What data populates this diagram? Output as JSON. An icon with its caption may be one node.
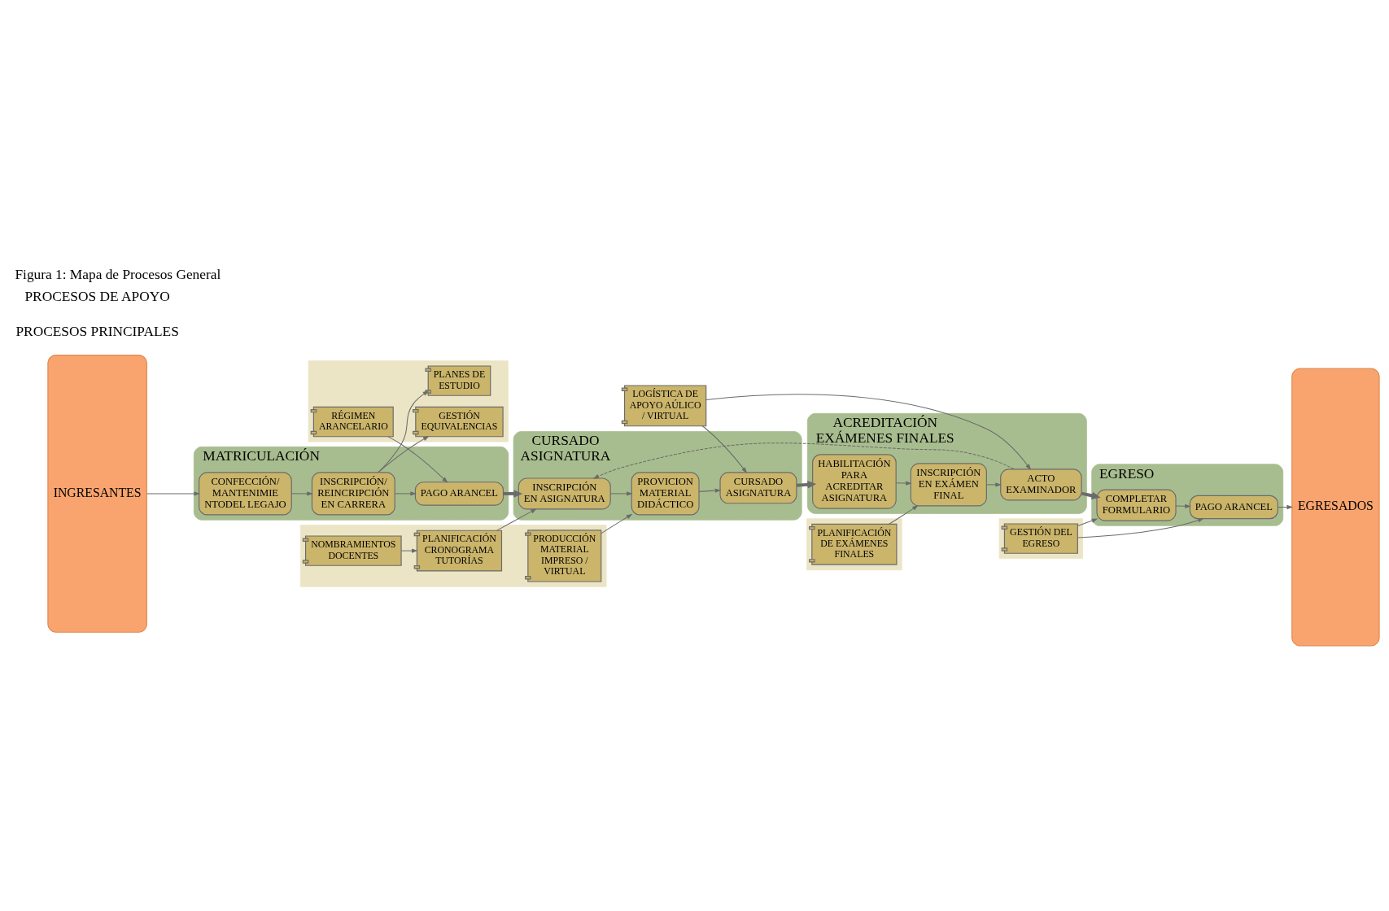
{
  "diagram": {
    "title": "Figura 1: Mapa de Procesos General",
    "nodes": [
      {
        "text": [
          "INGRESANTES"
        ]
      },
      {
        "text": [
          "MATRICULACIÓN"
        ]
      },
      {
        "text": [
          "CONFECCIÓN/ MANTENIMIE NTODEL LEGAJO"
        ],
        "in": 1
      },
      {
        "text": [
          "INSCRIPCIÓN/ REINCRIPCIÓN EN CARRERA"
        ],
        "in": 1
      },
      {
        "text": [
          "PAGO ARANCEL"
        ],
        "in": 1
      },
      {
        "text": [
          "CURSADO ASIGNATURA"
        ]
      },
      {
        "text": [
          "INSCRIPCIÓN EN ASIGNATURA"
        ],
        "in": 5
      },
      {
        "text": [
          "PROVICION MATERIAL DIDÁCTICO"
        ],
        "in": 5
      },
      {
        "text": [
          "CURSADO ASIGNATURA"
        ],
        "in": 5
      },
      {
        "text": [
          "ACREDITACIÓN EXÁMENES FINALES"
        ]
      },
      {
        "text": [
          "HABILITACIÓN PARA ACREDITAR ASIGNATURA"
        ],
        "in": 9
      },
      {
        "text": [
          "INSCRIPCIÓN EN EXÁMEN FINAL"
        ],
        "in": 9
      },
      {
        "text": [
          "ACTO EXAMINADOR"
        ],
        "in": 9
      },
      {
        "text": [
          "EGRESO"
        ]
      },
      {
        "text": [
          "COMPLETAR FORMULARIO"
        ],
        "in": 13
      },
      {
        "text": [
          "PAGO ARANCEL"
        ],
        "in": 13
      },
      {
        "text": [
          "EGRESADOS"
        ]
      },
      {
        "text": [],
        "shape": "box"
      },
      {
        "text": [
          "PLANES DE ESTUDIO"
        ],
        "in": 17
      },
      {
        "text": [
          "GESTIÓN EQUIVALENCIAS"
        ],
        "in": 17
      },
      {
        "text": [
          "RÉGIMEN ARANCELARIO"
        ],
        "in": 17
      },
      {
        "text": [],
        "shape": "box"
      },
      {
        "text": [
          "PLANIFICACIÓN CRONOGRAMA TUTORÍAS"
        ],
        "in": 21
      },
      {
        "text": [
          "NOMBRAMIENTOS DOCENTES"
        ],
        "in": 21
      },
      {
        "text": [
          "PRODUCCIÓN MATERIAL IMPRESO / VIRTUAL"
        ],
        "in": 21
      },
      {
        "text": [],
        "shape": "box"
      },
      {
        "text": [
          "LOGÍSTICA DE APOYO AÚLICO / VIRTUAL"
        ]
      },
      {
        "text": [
          "PLANIFICACIÓN DE EXÁMENES FINALES"
        ],
        "in": 25
      },
      {
        "text": [],
        "shape": "box"
      },
      {
        "text": [
          "GESTIÓN DEL EGRESO"
        ],
        "in": 28
      }
    ],
    "edges": [
      {
        "from": 0,
        "to": 2,
        "arrow": "to"
      },
      {
        "from": 2,
        "to": 3,
        "arrow": "to"
      },
      {
        "from": 3,
        "to": 4,
        "arrow": "to"
      },
      {
        "from": 4,
        "to": 6,
        "arrow": "to",
        "style": "thick"
      },
      {
        "from": 6,
        "to": 7,
        "arrow": "to"
      },
      {
        "from": 7,
        "to": 8,
        "arrow": "to"
      },
      {
        "from": 8,
        "to": 10,
        "arrow": "to",
        "style": "thick"
      },
      {
        "from": 10,
        "to": 11,
        "arrow": "to"
      },
      {
        "from": 11,
        "to": 12,
        "arrow": "to"
      },
      {
        "from": 12,
        "to": 14,
        "arrow": "to",
        "style": "thick"
      },
      {
        "from": 14,
        "to": 15,
        "arrow": "to"
      },
      {
        "from": 15,
        "to": 16,
        "arrow": "to"
      },
      {
        "from": 12,
        "to": 6,
        "arrow": "to",
        "style": "dashed"
      },
      {
        "from": 3,
        "to": 18,
        "arrow": "to"
      },
      {
        "from": 3,
        "to": 19,
        "arrow": "to"
      },
      {
        "from": 20,
        "to": 4,
        "arrow": "to"
      },
      {
        "from": 22,
        "to": 6,
        "arrow": "to"
      },
      {
        "from": 23,
        "to": 22,
        "arrow": "to"
      },
      {
        "from": 24,
        "to": 7,
        "arrow": "to"
      },
      {
        "from": 26,
        "to": 8,
        "arrow": "to"
      },
      {
        "from": 26,
        "to": 12,
        "arrow": "to"
      },
      {
        "from": 27,
        "to": 11,
        "arrow": "to"
      },
      {
        "from": 29,
        "to": 14,
        "arrow": "to"
      },
      {
        "from": 29,
        "to": 15,
        "arrow": "to"
      }
    ],
    "labels": [
      "PROCESOS PRINCIPALES",
      "PROCESOS DE APOYO"
    ]
  }
}
